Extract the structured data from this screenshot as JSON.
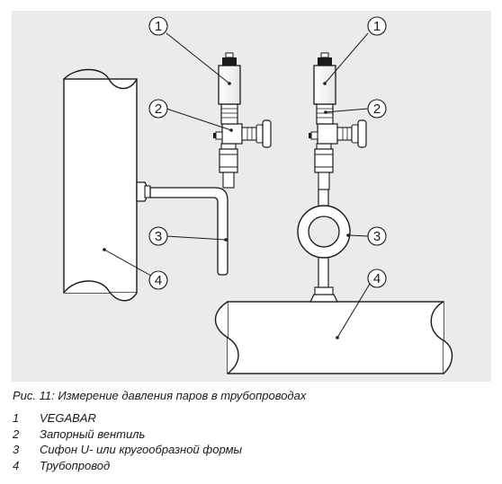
{
  "figure": {
    "caption": "Рис. 11: Измерение давления паров в трубопроводах",
    "callouts": [
      {
        "num": "1"
      },
      {
        "num": "2"
      },
      {
        "num": "3"
      },
      {
        "num": "4"
      },
      {
        "num": "1"
      },
      {
        "num": "2"
      },
      {
        "num": "3"
      },
      {
        "num": "4"
      }
    ]
  },
  "legend": [
    {
      "num": "1",
      "text": "VEGABAR"
    },
    {
      "num": "2",
      "text": "Запорный вентиль"
    },
    {
      "num": "3",
      "text": "Сифон U- или кругообразной формы"
    },
    {
      "num": "4",
      "text": "Трубопровод"
    }
  ]
}
